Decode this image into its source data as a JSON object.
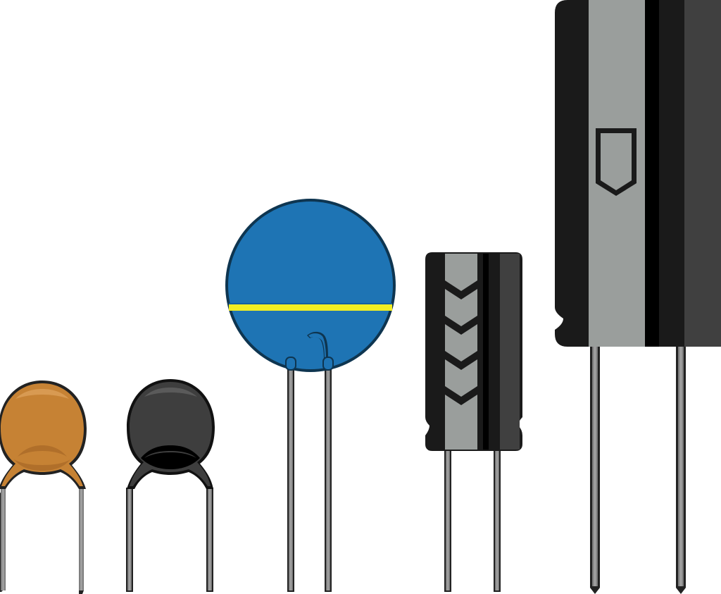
{
  "scene": {
    "background": "#ffffff",
    "components": [
      {
        "name": "orange-ceramic-capacitor",
        "body_color": "#C68234",
        "shadow_color": "#B06F2A",
        "highlight_color": "#D89A52",
        "lead_color": "#8E8E8E"
      },
      {
        "name": "black-ceramic-capacitor",
        "body_color": "#3E3E3E",
        "shadow_color": "#000000",
        "highlight_color": "#5A5A5A",
        "lead_color": "#8E8E8E"
      },
      {
        "name": "blue-disc-capacitor",
        "body_color": "#1E74B4",
        "stripe_color": "#F2EE22",
        "outline_color": "#0E3550",
        "lead_color": "#8E8E8E"
      },
      {
        "name": "small-electrolytic-capacitor",
        "body_color": "#1A1A1A",
        "sleeve_color": "#9A9E9C",
        "right_band_color": "#404040",
        "marking": "chevron-arrows",
        "lead_color": "#8E8E8E"
      },
      {
        "name": "large-electrolytic-capacitor",
        "body_color": "#1A1A1A",
        "sleeve_color": "#9A9E9C",
        "right_band_color": "#404040",
        "marking": "polarity-shield",
        "lead_color": "#8E8E8E"
      }
    ]
  }
}
